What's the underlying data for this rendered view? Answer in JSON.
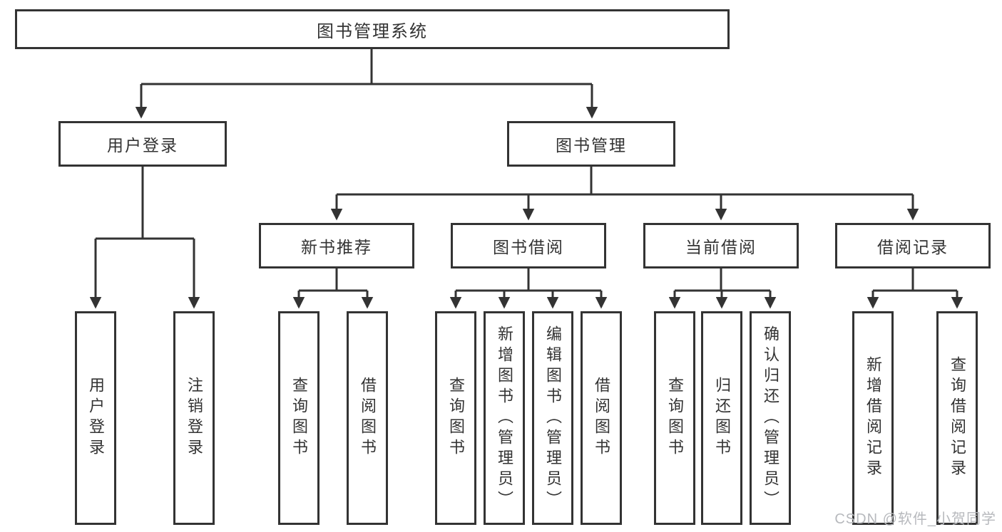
{
  "tree": {
    "root": {
      "label": "图书管理系统"
    },
    "level2": [
      {
        "label": "用户登录"
      },
      {
        "label": "图书管理"
      }
    ],
    "level3": [
      {
        "parent": "图书管理",
        "label": "新书推荐"
      },
      {
        "parent": "图书管理",
        "label": "图书借阅"
      },
      {
        "parent": "图书管理",
        "label": "当前借阅"
      },
      {
        "parent": "图书管理",
        "label": "借阅记录"
      }
    ],
    "leaves": [
      {
        "parent": "用户登录",
        "label": "用户登录"
      },
      {
        "parent": "用户登录",
        "label": "注销登录"
      },
      {
        "parent": "新书推荐",
        "label": "查询图书"
      },
      {
        "parent": "新书推荐",
        "label": "借阅图书"
      },
      {
        "parent": "图书借阅",
        "label": "查询图书"
      },
      {
        "parent": "图书借阅",
        "label": "新增图书（管理员）"
      },
      {
        "parent": "图书借阅",
        "label": "编辑图书（管理员）"
      },
      {
        "parent": "图书借阅",
        "label": "借阅图书"
      },
      {
        "parent": "当前借阅",
        "label": "查询图书"
      },
      {
        "parent": "当前借阅",
        "label": "归还图书"
      },
      {
        "parent": "当前借阅",
        "label": "确认归还（管理员）"
      },
      {
        "parent": "借阅记录",
        "label": "新增借阅记录"
      },
      {
        "parent": "借阅记录",
        "label": "查询借阅记录"
      }
    ]
  },
  "watermark": {
    "text": "CSDN @软件_小贺同学"
  },
  "colors": {
    "line": "#333333",
    "box_border": "#333333",
    "text": "#333333",
    "background": "#ffffff",
    "watermark": "#b7b9bd"
  }
}
